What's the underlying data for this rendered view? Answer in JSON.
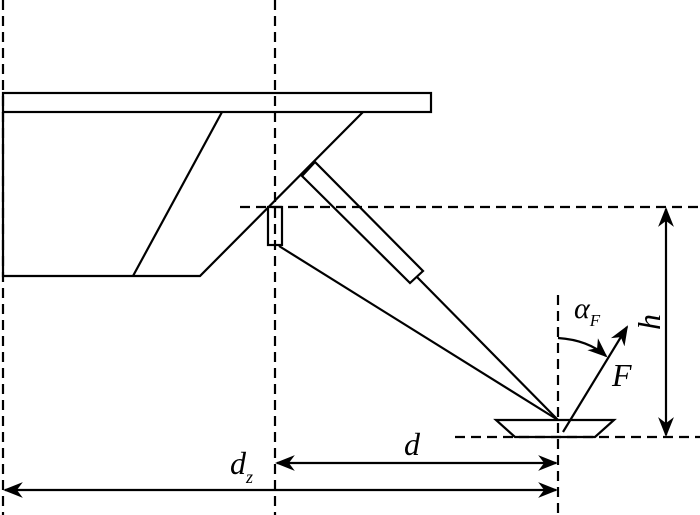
{
  "labels": {
    "alpha": "α",
    "alpha_sub": "F",
    "force": "F",
    "height": "h",
    "distance": "d",
    "distance_z": "d",
    "distance_z_sub": "z"
  },
  "colors": {
    "stroke": "#000000",
    "background": "#ffffff"
  }
}
